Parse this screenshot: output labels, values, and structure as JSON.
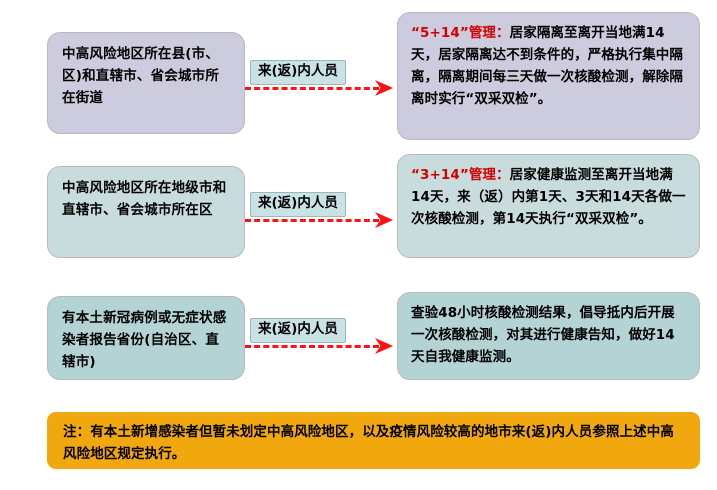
{
  "diagram": {
    "title_present": false,
    "colors": {
      "lavender_box": "#ccccde",
      "pale_box": "#c9dcdd",
      "cyan_box": "#b3d3d5",
      "connector_label_bg": "#c9e3e4",
      "arrow_red": "#ff1111",
      "heading_red": "#d40000",
      "note_banner_bg": "#f0a80e",
      "text_black": "#000000",
      "box_border": "#b9b9c4",
      "page_background": "#ffffff"
    },
    "rows": [
      {
        "source": "中高风险地区所在县(市、区)和直辖市、省会城市所在街道",
        "connector_label": "来(返)内人员",
        "target_heading": "“5+14”管理：",
        "target_body": "居家隔离至离开当地满14天，居家隔离达不到条件的，严格执行集中隔离，隔离期间每三天做一次核酸检测，解除隔离时实行“双采双检”。"
      },
      {
        "source": "中高风险地区所在地级市和直辖市、省会城市所在区",
        "connector_label": "来(返)内人员",
        "target_heading": "“3+14”管理：",
        "target_body": "居家健康监测至离开当地满14天，来（返）内第1天、3天和14天各做一次核酸检测，第14天执行“双采双检”。"
      },
      {
        "source": "有本土新冠病例或无症状感染者报告省份(自治区、直辖市)",
        "connector_label": "来(返)内人员",
        "target_heading": "",
        "target_body": "查验48小时核酸检测结果，倡导抵内后开展一次核酸检测，对其进行健康告知，做好14天自我健康监测。"
      }
    ],
    "note": "注：有本土新增感染者但暂未划定中高风险地区，以及疫情风险较高的地市来(返)内人员参照上述中高风险地区规定执行。"
  }
}
